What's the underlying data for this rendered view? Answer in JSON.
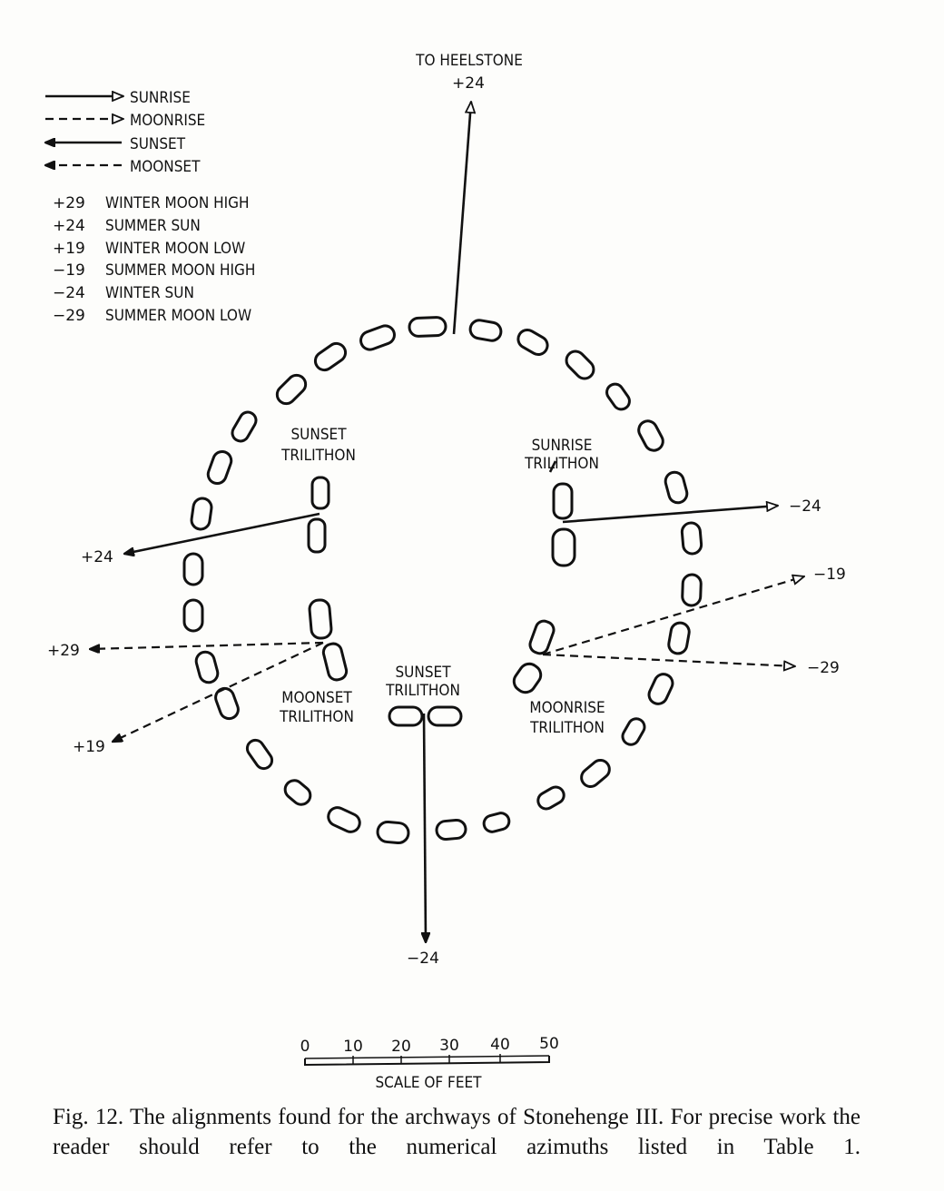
{
  "legend": {
    "lines": [
      {
        "label": "SUNRISE",
        "style": "solid",
        "head": "open"
      },
      {
        "label": "MOONRISE",
        "style": "dashed",
        "head": "open"
      },
      {
        "label": "SUNSET",
        "style": "solid",
        "head": "filled"
      },
      {
        "label": "MOONSET",
        "style": "dashed",
        "head": "filled"
      }
    ],
    "codes": [
      {
        "value": "+29",
        "meaning": "WINTER MOON HIGH"
      },
      {
        "value": "+24",
        "meaning": "SUMMER SUN"
      },
      {
        "value": "+19",
        "meaning": "WINTER MOON LOW"
      },
      {
        "value": "−19",
        "meaning": "SUMMER MOON HIGH"
      },
      {
        "value": "−24",
        "meaning": "WINTER SUN"
      },
      {
        "value": "−29",
        "meaning": "SUMMER MOON LOW"
      }
    ]
  },
  "labels": {
    "heelstone": "TO HEELSTONE",
    "heelstone_value": "+24",
    "sunset_trilithon_left": [
      "SUNSET",
      "TRILITHON"
    ],
    "sunrise_trilithon": [
      "SUNRISE",
      "TRILITHON"
    ],
    "moonset_trilithon": [
      "MOONSET",
      "TRILITHON"
    ],
    "sunset_trilithon_bottom": [
      "SUNSET",
      "TRILITHON"
    ],
    "moonrise_trilithon": [
      "MOONRISE",
      "TRILITHON"
    ]
  },
  "azimuth_labels": {
    "sunset_west": "+24",
    "moonset_high": "+29",
    "moonset_low": "+19",
    "sunrise_east": "−24",
    "moonrise_high": "−19",
    "moonrise_low": "−29",
    "sunset_south": "−24"
  },
  "scale": {
    "ticks": [
      "0",
      "10",
      "20",
      "30",
      "40",
      "50"
    ],
    "label": "SCALE OF FEET"
  },
  "caption": "Fig. 12. The alignments found for the archways of Stonehenge III. For precise work the reader should refer to the numerical azimuths listed in Table 1."
}
